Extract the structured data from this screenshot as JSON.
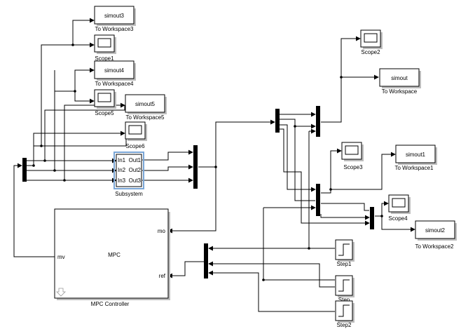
{
  "blocks": {
    "ws3": {
      "text": "simout3",
      "label": "To Workspace3"
    },
    "scope1": {
      "label": "Scope1"
    },
    "ws4": {
      "text": "simout4",
      "label": "To Workspace4"
    },
    "scope5": {
      "label": "Scope5"
    },
    "ws5": {
      "text": "simout5",
      "label": "To Workspace5"
    },
    "scope6": {
      "label": "Scope6"
    },
    "subsystem": {
      "label": "Subsystem",
      "ports": [
        "In1",
        "In2",
        "In3",
        "Out1",
        "Out2",
        "Out3"
      ]
    },
    "mpc": {
      "text": "MPC",
      "label": "MPC Controller",
      "port_mo": "mo",
      "port_mv": "mv",
      "port_ref": "ref"
    },
    "scope2": {
      "label": "Scope2"
    },
    "ws": {
      "text": "simout",
      "label": "To Workspace"
    },
    "scope3": {
      "label": "Scope3"
    },
    "ws1": {
      "text": "simout1",
      "label": "To Workspace1"
    },
    "scope4": {
      "label": "Scope4"
    },
    "ws2": {
      "text": "simout2",
      "label": "To Workspace2"
    },
    "step1": {
      "label": "Step1"
    },
    "step": {
      "label": "Step"
    },
    "step2": {
      "label": "Step2"
    }
  },
  "colors": {
    "subsystem_border": "#7aa6d6",
    "wire": "#000000",
    "block_shadow": "#bdbdbd"
  }
}
